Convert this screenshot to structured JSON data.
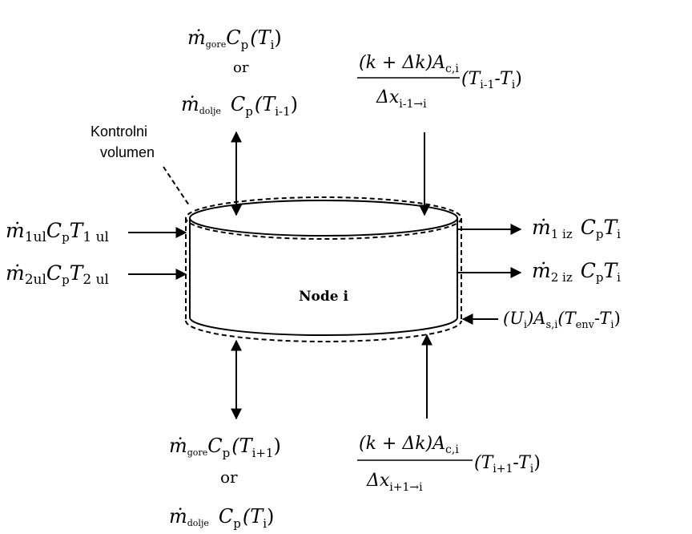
{
  "diagram": {
    "node_label": "Node i",
    "control_volume_label": {
      "line1": "Kontrolni",
      "line2": "volumen"
    },
    "or_word": "or",
    "top_left_flux": {
      "option1": {
        "mdot": "ṁ",
        "sub": "gore",
        "cp": "C",
        "cp_sub": "p",
        "arg": "(T",
        "arg_sub": "i",
        "close": ")"
      },
      "option2": {
        "mdot": "ṁ",
        "sub": "dolje",
        "cp": "C",
        "cp_sub": "p",
        "arg": "(T",
        "arg_sub": "i-1",
        "close": ")"
      }
    },
    "top_right_flux": {
      "numerator": "(k + Δk)A",
      "numerator_sub": "c,i",
      "denominator": "Δx",
      "denominator_sub": "i-1→i",
      "tail": "(T",
      "tail_sub1": "i-1",
      "tail_mid": "-T",
      "tail_sub2": "i",
      "tail_close": ")"
    },
    "inlet1": {
      "mdot": "ṁ",
      "sub": "1ul",
      "cp": "C",
      "cp_sub": "p",
      "t": "T",
      "t_sub": "1 ul"
    },
    "inlet2": {
      "mdot": "ṁ",
      "sub": "2ul",
      "cp": "C",
      "cp_sub": "p",
      "t": "T",
      "t_sub": "2 ul"
    },
    "outlet1": {
      "mdot": "ṁ",
      "sub": "1 iz",
      "cp": "C",
      "cp_sub": "p",
      "t": "T",
      "t_sub": "i"
    },
    "outlet2": {
      "mdot": "ṁ",
      "sub": "2 iz",
      "cp": "C",
      "cp_sub": "p",
      "t": "T",
      "t_sub": "i"
    },
    "env_loss": {
      "u": "(U",
      "u_sub": "i",
      "u_close": ")A",
      "a_sub": "s,i",
      "t": "(T",
      "t_sub1": "env",
      "t_mid": "-T",
      "t_sub2": "i",
      "t_close": ")"
    },
    "bottom_left_flux": {
      "option1": {
        "mdot": "ṁ",
        "sub": "gore",
        "cp": "C",
        "cp_sub": "p",
        "arg": "(T",
        "arg_sub": "i+1",
        "close": ")"
      },
      "option2": {
        "mdot": "ṁ",
        "sub": "dolje",
        "cp": "C",
        "cp_sub": "p",
        "arg": "(T",
        "arg_sub": "i",
        "close": ")"
      }
    },
    "bottom_right_flux": {
      "numerator": "(k + Δk)A",
      "numerator_sub": "c,i",
      "denominator": "Δx",
      "denominator_sub": "i+1→i",
      "tail": "(T",
      "tail_sub1": "i+1",
      "tail_mid": "-T",
      "tail_sub2": "i",
      "tail_close": ")"
    }
  }
}
